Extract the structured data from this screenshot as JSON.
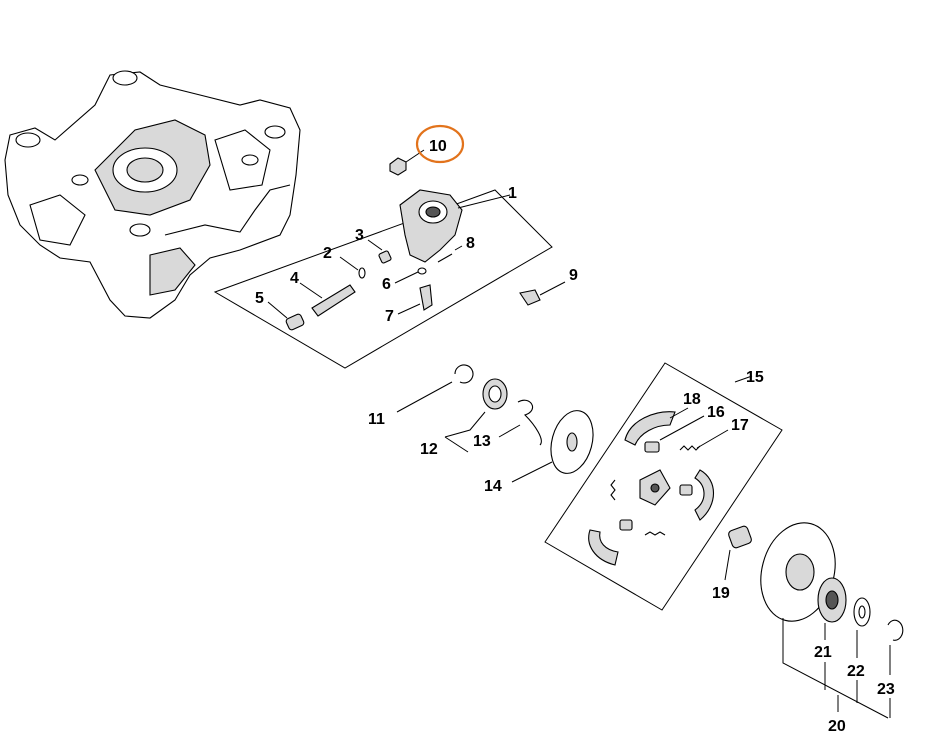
{
  "diagram": {
    "highlight_color": "#e2731c",
    "callouts": {
      "c1": "1",
      "c2": "2",
      "c3": "3",
      "c4": "4",
      "c5": "5",
      "c6": "6",
      "c7": "7",
      "c8": "8",
      "c9": "9",
      "c10": "10",
      "c11": "11",
      "c12": "12",
      "c13": "13",
      "c14": "14",
      "c15": "15",
      "c16": "16",
      "c17": "17",
      "c18": "18",
      "c19": "19",
      "c20": "20",
      "c21": "21",
      "c22": "22",
      "c23": "23"
    },
    "highlighted": "10"
  }
}
